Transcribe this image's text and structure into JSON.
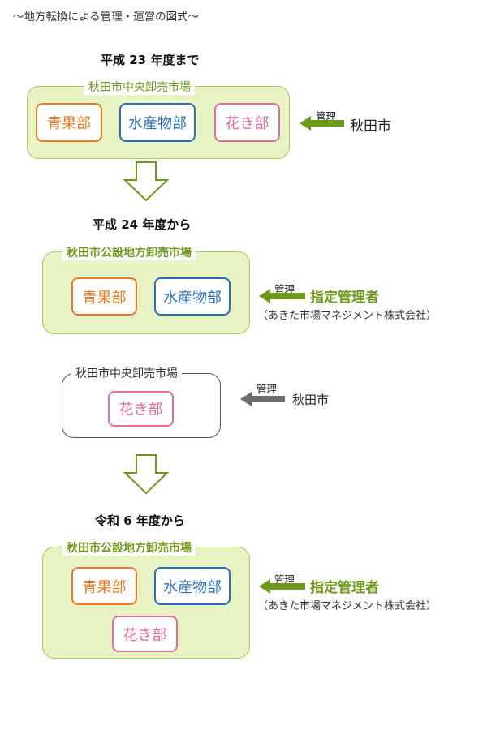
{
  "page_title": "～地方転換による管理・運営の図式～",
  "management_label": "管理",
  "sections": [
    {
      "period": "平成 23 年度まで",
      "market_name": "秋田市中央卸売市場",
      "departments": [
        "青果部",
        "水産物部",
        "花き部"
      ],
      "manager": "秋田市"
    },
    {
      "period": "平成 24 年度から",
      "market_name": "秋田市公設地方卸売市場",
      "departments": [
        "青果部",
        "水産物部"
      ],
      "manager": "指定管理者",
      "manager_sub": "（あきた市場マネジメント株式会社）",
      "secondary": {
        "market_name": "秋田市中央卸売市場",
        "departments": [
          "花き部"
        ],
        "manager": "秋田市"
      }
    },
    {
      "period": "令和 6 年度から",
      "market_name": "秋田市公設地方卸売市場",
      "departments": [
        "青果部",
        "水産物部",
        "花き部"
      ],
      "manager": "指定管理者",
      "manager_sub": "（あきた市場マネジメント株式会社）"
    }
  ],
  "colors": {
    "market_fill": "#e8f3c4",
    "market_border": "#a8c95b",
    "arrow_green": "#6e9a1a",
    "arrow_gray": "#6e6e6e",
    "dept_orange": "#ea7a21",
    "dept_blue": "#2a6fbd",
    "dept_pink": "#e46b9b"
  }
}
